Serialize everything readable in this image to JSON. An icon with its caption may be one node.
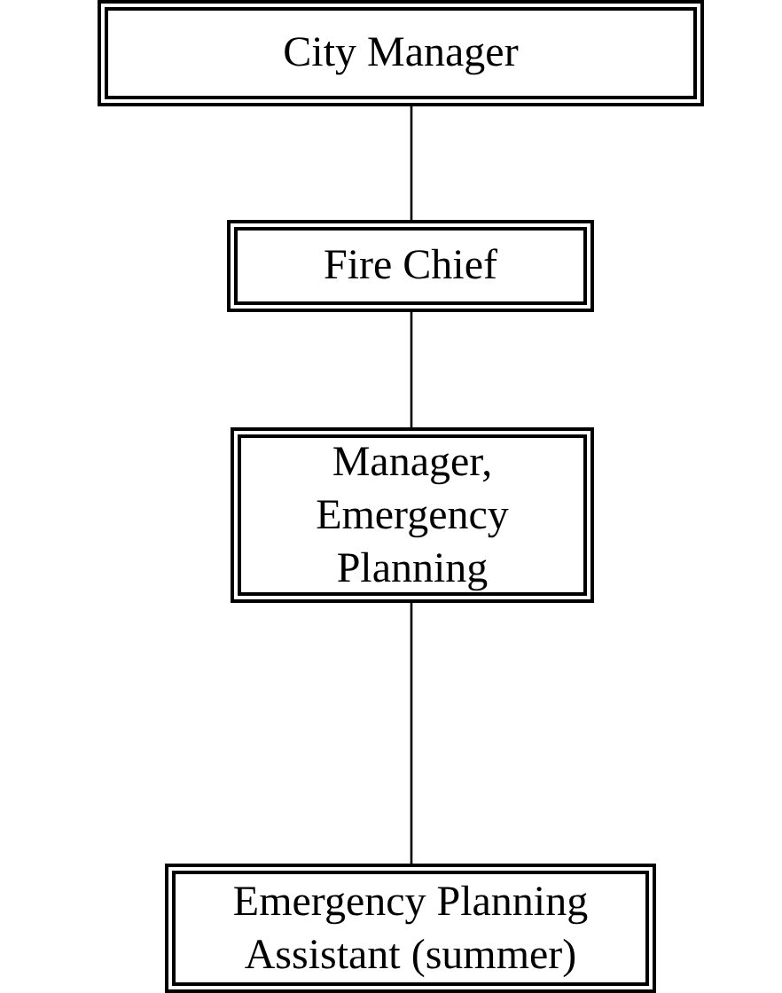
{
  "diagram": {
    "nodes": [
      {
        "text": [
          "City Manager"
        ]
      },
      {
        "text": [
          "Fire Chief"
        ]
      },
      {
        "text": [
          "Manager, Emergency Planning"
        ]
      },
      {
        "text": [
          "Emergency Planning Assistant (summer)"
        ]
      }
    ],
    "edges": [
      {
        "from": 0,
        "to": 1,
        "arrow": "none"
      },
      {
        "from": 1,
        "to": 2,
        "arrow": "none"
      },
      {
        "from": 2,
        "to": 3,
        "arrow": "none"
      }
    ]
  }
}
